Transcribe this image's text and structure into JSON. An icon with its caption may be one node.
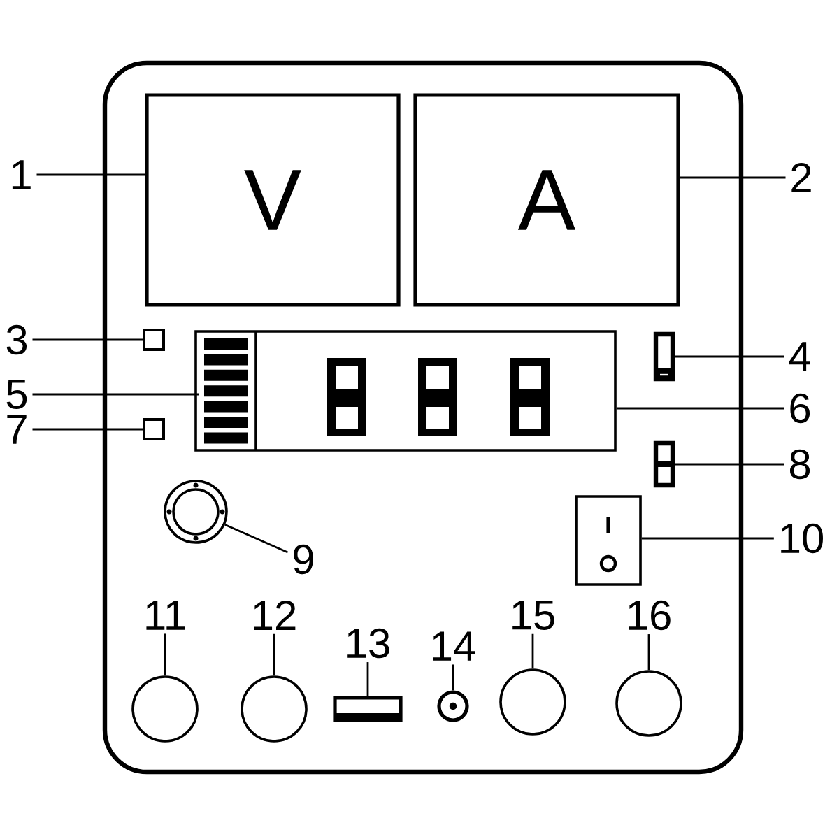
{
  "diagram": {
    "nodes": [
      {
        "text": [
          "1"
        ]
      },
      {
        "text": [
          "V"
        ]
      },
      {
        "text": [
          "A"
        ]
      },
      {
        "text": [
          "2"
        ]
      },
      {
        "text": [
          "3"
        ]
      },
      {
        "text": [],
        "shape": "box"
      },
      {
        "text": [
          "4"
        ]
      },
      {
        "text": [],
        "shape": "box"
      },
      {
        "text": [
          "5"
        ]
      },
      {
        "text": [],
        "shape": "box"
      },
      {
        "text": [],
        "shape": "bar",
        "in": 9
      },
      {
        "text": [
          "6"
        ]
      },
      {
        "text": [
          "7"
        ]
      },
      {
        "text": [],
        "shape": "box"
      },
      {
        "text": [
          "8"
        ]
      },
      {
        "text": [],
        "shape": "box"
      },
      {
        "text": [],
        "shape": "circle"
      },
      {
        "text": [
          "9"
        ]
      },
      {
        "text": [],
        "shape": "box"
      },
      {
        "text": [
          "10"
        ]
      },
      {
        "text": [
          "11"
        ]
      },
      {
        "text": [],
        "shape": "circle"
      },
      {
        "text": [
          "12"
        ]
      },
      {
        "text": [],
        "shape": "circle"
      },
      {
        "text": [
          "13"
        ]
      },
      {
        "text": [],
        "shape": "bar"
      },
      {
        "text": [
          "14"
        ]
      },
      {
        "text": [],
        "shape": "circle"
      },
      {
        "text": [
          "15"
        ]
      },
      {
        "text": [],
        "shape": "circle"
      },
      {
        "text": [
          "16"
        ]
      },
      {
        "text": [],
        "shape": "circle"
      }
    ],
    "edges": [
      {
        "from": 0,
        "to": 1,
        "arrow": "none"
      },
      {
        "from": 3,
        "to": 2,
        "arrow": "none"
      },
      {
        "from": 4,
        "to": 5,
        "arrow": "none"
      },
      {
        "from": 6,
        "to": 7,
        "arrow": "none"
      },
      {
        "from": 8,
        "to": 10,
        "arrow": "none"
      },
      {
        "from": 11,
        "to": 9,
        "arrow": "none"
      },
      {
        "from": 12,
        "to": 13,
        "arrow": "none"
      },
      {
        "from": 14,
        "to": 15,
        "arrow": "none"
      },
      {
        "from": 17,
        "to": 16,
        "arrow": "none"
      },
      {
        "from": 19,
        "to": 18,
        "arrow": "none"
      },
      {
        "from": 20,
        "to": 21,
        "arrow": "none"
      },
      {
        "from": 22,
        "to": 23,
        "arrow": "none"
      },
      {
        "from": 24,
        "to": 25,
        "arrow": "none"
      },
      {
        "from": 26,
        "to": 27,
        "arrow": "none"
      },
      {
        "from": 28,
        "to": 29,
        "arrow": "none"
      },
      {
        "from": 30,
        "to": 31,
        "arrow": "none"
      }
    ]
  }
}
